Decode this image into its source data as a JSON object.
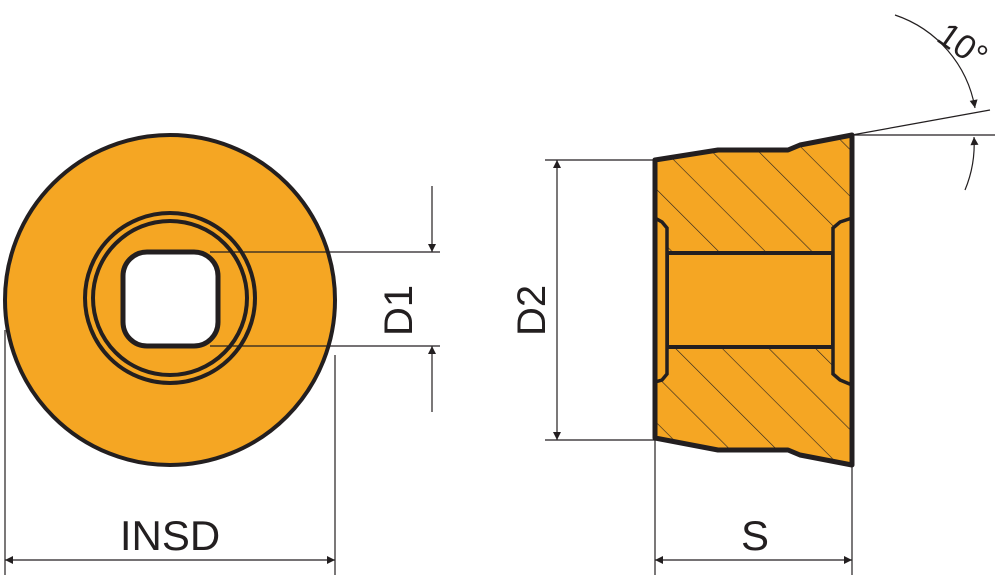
{
  "colors": {
    "insert_fill": "#f5a623",
    "outline": "#231f20"
  },
  "labels": {
    "insd": "INSD",
    "d1": "D1",
    "d2": "D2",
    "s": "S",
    "angle": "10°"
  }
}
